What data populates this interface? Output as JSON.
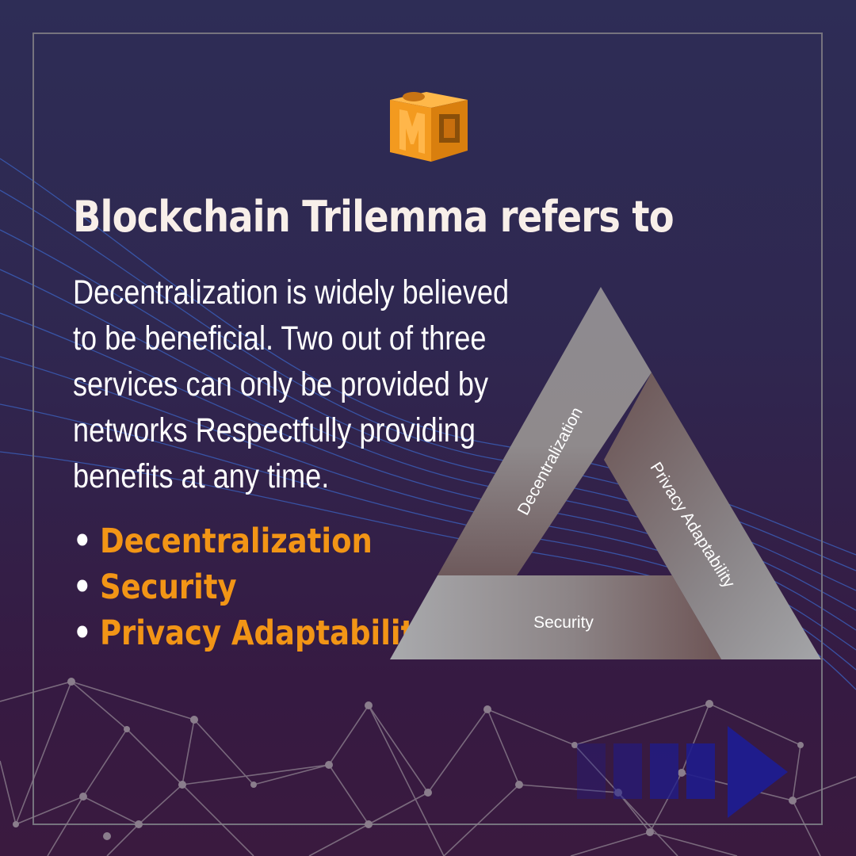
{
  "logo": {
    "letters": "MC",
    "icon": "mc-cube-logo"
  },
  "title": "Blockchain Trilemma refers to",
  "body_lines": [
    "Decentralization is widely believed",
    "to be beneficial. Two out of three",
    "services can only be provided by",
    "networks Respectfully providing",
    "benefits at any time."
  ],
  "list": [
    {
      "bullet": "•",
      "label": "Decentralization"
    },
    {
      "bullet": "•",
      "label": "Security"
    },
    {
      "bullet": "•",
      "label": "Privacy Adaptability"
    }
  ],
  "triangle": {
    "left_label": "Decentralization",
    "right_label": "Privacy Adaptability",
    "bottom_label": "Security"
  },
  "colors": {
    "accent": "#f29516",
    "title": "#f8efe9",
    "arrow": "#1f1c8c"
  },
  "icons": [
    "mc-cube-logo",
    "next-arrow-icon"
  ]
}
